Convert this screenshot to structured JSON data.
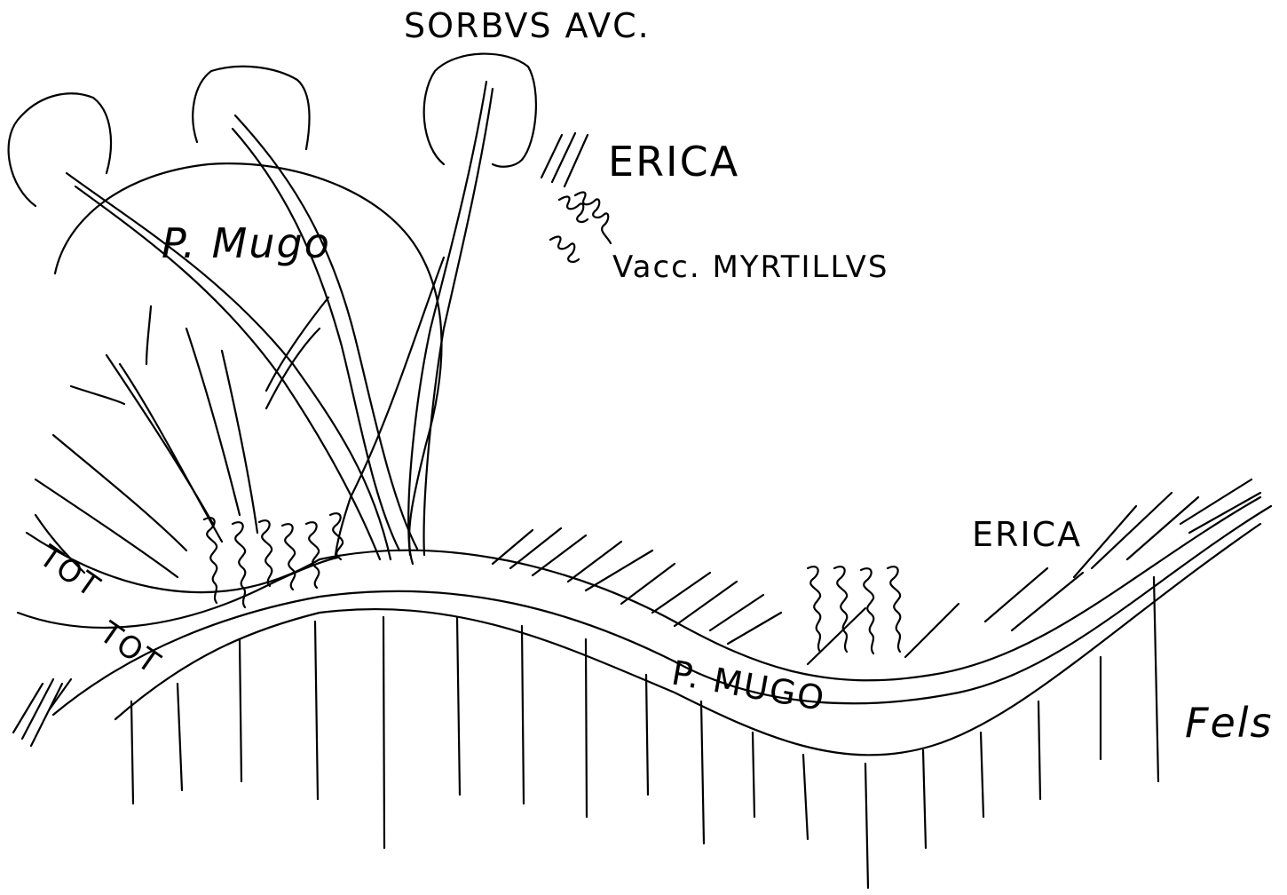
{
  "labels": {
    "sorbus": "SORBVS AVC.",
    "erica_legend": "ERICA",
    "vaccinium_legend": "Vacc. MYRTILLVS",
    "pinus_upper": "P. Mugo",
    "erica_right": "ERICA",
    "pinus_lower": "P. MUGO",
    "rock": "Fels",
    "tot_upper": "TOT",
    "tot_lower": "TOT"
  },
  "colors": {
    "ink": "#000000",
    "paper": "#ffffff"
  }
}
